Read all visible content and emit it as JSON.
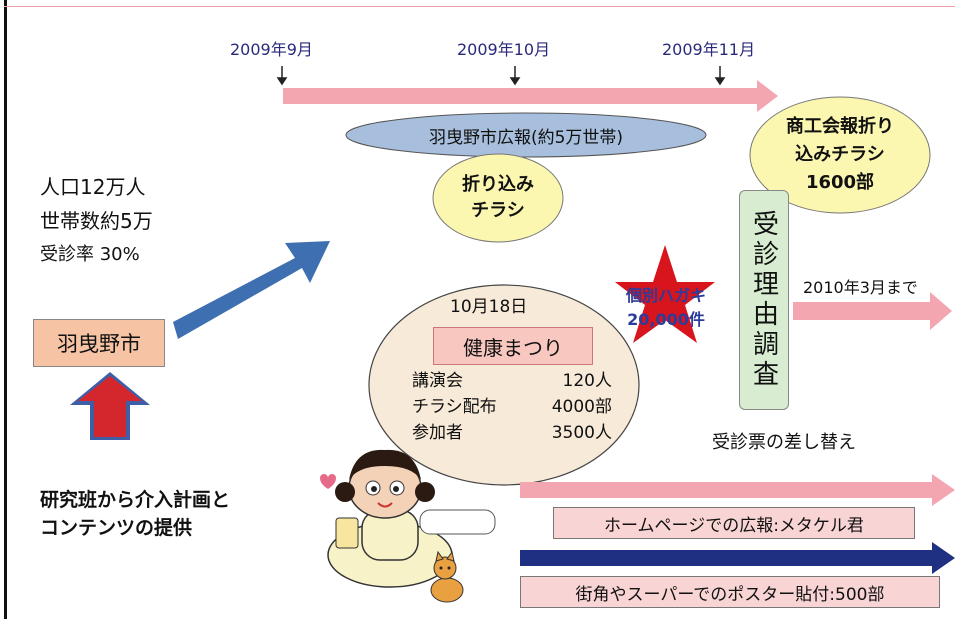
{
  "timeline": {
    "dates": [
      "2009年9月",
      "2009年10月",
      "2009年11月"
    ],
    "after": "2010年3月まで"
  },
  "city_stats": {
    "population": "人口12万人",
    "households": "世帯数約5万",
    "rate": "受診率 30%"
  },
  "city_name": "羽曳野市",
  "research": {
    "line1": "研究班から介入計画と",
    "line2": "コンテンツの提供"
  },
  "city_pr": "羽曳野市広報(約5万世帯)",
  "flyer": {
    "line1": "折り込み",
    "line2": "チラシ"
  },
  "chamber_flyer": {
    "line1": "商工会報折り",
    "line2": "込みチラシ",
    "line3": "1600部"
  },
  "festival": {
    "date": "10月18日",
    "name": "健康まつり",
    "rows": [
      {
        "label": "講演会",
        "value": "120人"
      },
      {
        "label": "チラシ配布",
        "value": "4000部"
      },
      {
        "label": "参加者",
        "value": "3500人"
      }
    ]
  },
  "postcard": {
    "line1": "個別ハガキ",
    "line2": "20,000件"
  },
  "survey": "受診理由調査",
  "ticket_swap": "受診票の差し替え",
  "homepage_pr": "ホームページでの広報:メタケル君",
  "poster": "街角やスーパーでのポスター貼付:500部",
  "colors": {
    "pink_arrow": "#f4a6b0",
    "blue_arrow": "#3e6fb0",
    "navy_arrow": "#1f2f82",
    "yellow_bubble": "#fbf6b0",
    "blue_ellipse": "#a7bfdc",
    "salmon_box": "#f6c4a4",
    "star": "#d8141c",
    "green_box": "#d7ecd0"
  },
  "icons": [
    "arrow-down-icon",
    "star-icon",
    "mascot-illustration",
    "cat-illustration"
  ]
}
